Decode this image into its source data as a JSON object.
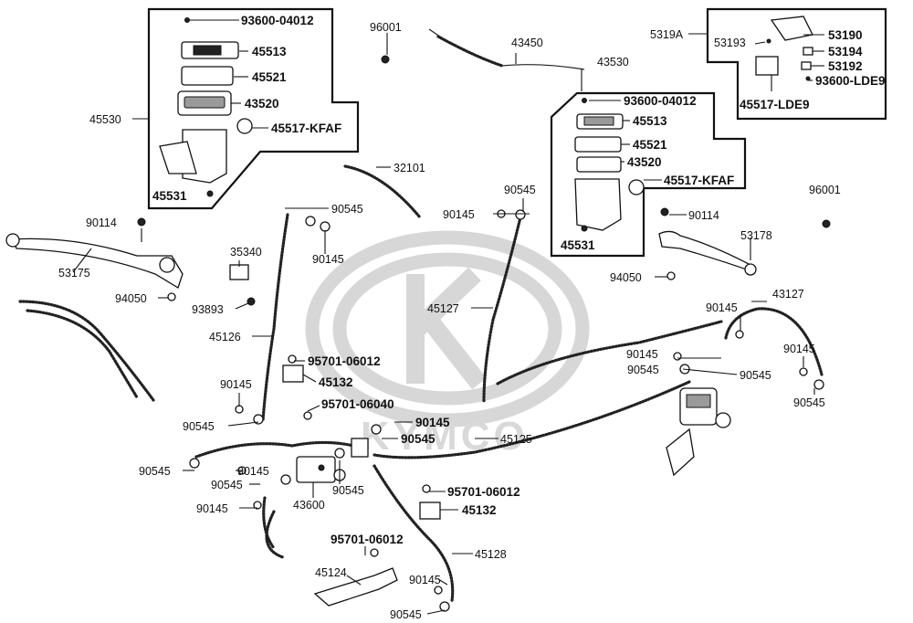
{
  "watermark": {
    "brand": "KYMCO"
  },
  "labels": {
    "l93600_04012_a": "93600-04012",
    "l45513_a": "45513",
    "l45521_a": "45521",
    "l43520_a": "43520",
    "l45530": "45530",
    "l45517_kfaf_a": "45517-KFAF",
    "l45531_a": "45531",
    "l96001_a": "96001",
    "l43450": "43450",
    "l43530": "43530",
    "l5319a": "5319A",
    "l53190": "53190",
    "l53193": "53193",
    "l53194": "53194",
    "l53192": "53192",
    "l93600_lde9": "93600-LDE9",
    "l45517_lde9": "45517-LDE9",
    "l93600_04012_b": "93600-04012",
    "l45513_b": "45513",
    "l45521_b": "45521",
    "l43520_b": "43520",
    "l45517_kfaf_b": "45517-KFAF",
    "l45531_b": "45531",
    "l32101": "32101",
    "l90545_a": "90545",
    "l90145_a": "90145",
    "l90145_b": "90145",
    "l90545_b": "90545",
    "l90114_a": "90114",
    "l90114_b": "90114",
    "l96001_b": "96001",
    "l53178": "53178",
    "l53175": "53175",
    "l35340": "35340",
    "l94050_a": "94050",
    "l94050_b": "94050",
    "l93893": "93893",
    "l45126": "45126",
    "l45127": "45127",
    "l43127": "43127",
    "l90145_c": "90145",
    "l90145_d": "90145",
    "l90545_c": "90545",
    "l90545_d": "90545",
    "l90145_e": "90145",
    "l90545_e": "90545",
    "l95701_06012_a": "95701-06012",
    "l45132_a": "45132",
    "l90145_f": "90145",
    "l95701_06040": "95701-06040",
    "l90545_f": "90545",
    "l90145_g": "90145",
    "l90545_g": "90545",
    "l45125": "45125",
    "l90545_h": "90545",
    "l90145_h": "90145",
    "l90545_i": "90545",
    "l90545_j": "90545",
    "l90145_i": "90145",
    "l43600": "43600",
    "l95701_06012_b": "95701-06012",
    "l45132_b": "45132",
    "l95701_06012_c": "95701-06012",
    "l45128": "45128",
    "l45124": "45124",
    "l90145_j": "90145",
    "l90545_k": "90545"
  }
}
